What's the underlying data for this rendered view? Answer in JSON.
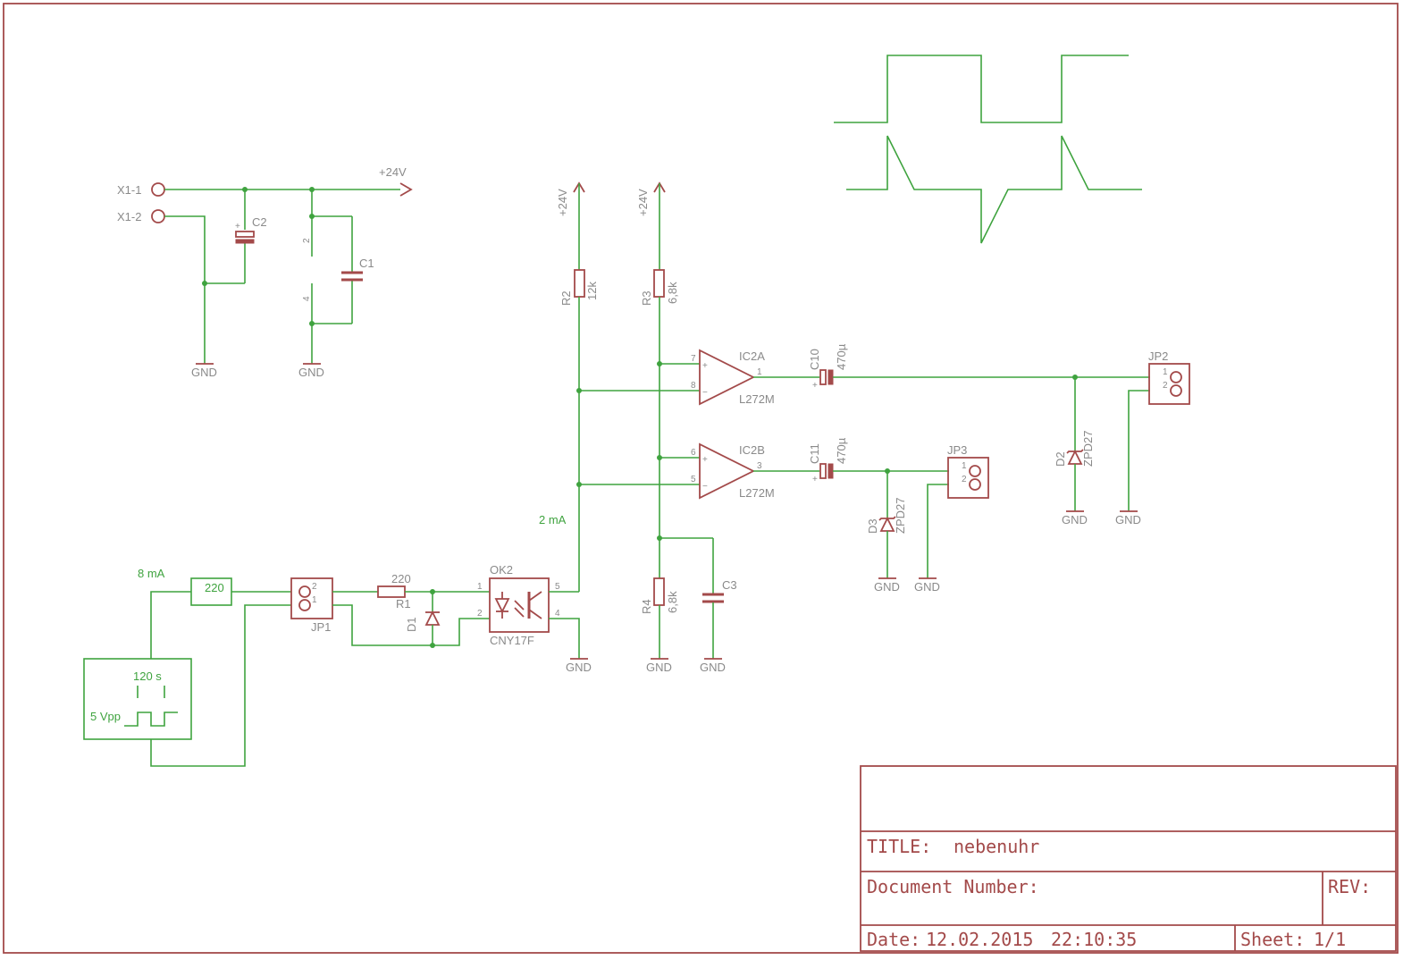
{
  "title_block": {
    "title_label": "TITLE:",
    "title_value": "nebenuhr",
    "doc_number_label": "Document Number:",
    "rev_label": "REV:",
    "date_label": "Date:",
    "date_value": "12.02.2015",
    "time_value": "22:10:35",
    "sheet_label": "Sheet:",
    "sheet_value": "1/1"
  },
  "connectors": {
    "x1_1": "X1-1",
    "x1_2": "X1-2"
  },
  "supplies": {
    "vcc": "+24V",
    "gnd": "GND"
  },
  "parts": {
    "c1": "C1",
    "c2": "C2",
    "c3": "C3",
    "c10": "C10",
    "c10_val": "470µ",
    "c11": "C11",
    "c11_val": "470µ",
    "r1": "R1",
    "r1_val": "220",
    "r2": "R2",
    "r2_val": "12k",
    "r3": "R3",
    "r3_val": "6,8k",
    "r4": "R4",
    "r4_val": "6,8k",
    "d1": "D1",
    "d2": "D2",
    "d2_val": "ZPD27",
    "d3": "D3",
    "d3_val": "ZPD27",
    "ic2a": "IC2A",
    "ic2a_val": "L272M",
    "ic2b": "IC2B",
    "ic2b_val": "L272M",
    "ok2": "OK2",
    "ok2_val": "CNY17F",
    "jp1": "JP1",
    "jp2": "JP2",
    "jp3": "JP3"
  },
  "pins": {
    "one": "1",
    "two": "2",
    "three": "3",
    "four": "4",
    "five": "5",
    "six": "6",
    "seven": "7",
    "eight": "8",
    "plus": "+",
    "minus": "−"
  },
  "annotations": {
    "current_8ma": "8 mA",
    "res_220": "220",
    "current_2ma": "2 mA",
    "period": "120 s",
    "amplitude": "5 Vpp"
  }
}
